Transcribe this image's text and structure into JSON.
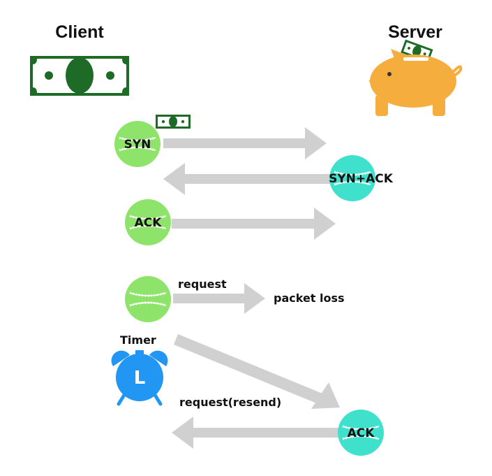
{
  "titles": {
    "client": "Client",
    "server": "Server"
  },
  "balls": {
    "syn": "SYN",
    "syn_ack": "SYN+ACK",
    "ack_handshake": "ACK",
    "ack_response": "ACK"
  },
  "labels": {
    "request": "request",
    "packet_loss": "packet loss",
    "timer": "Timer",
    "timer_icon_letter": "L",
    "resend": "request(resend)"
  },
  "icons": {
    "client": "banknote-icon",
    "server": "piggy-bank-icon",
    "timer": "alarm-clock-icon",
    "ball": "baseball-icon"
  },
  "colors": {
    "client_ball": "#8ee36a",
    "server_ball": "#3fe0cc",
    "arrow": "#d0d0d0",
    "money": "#1e6b27",
    "piggy": "#f5ae3d",
    "clock": "#2196f3",
    "seam": "#ffffff"
  }
}
